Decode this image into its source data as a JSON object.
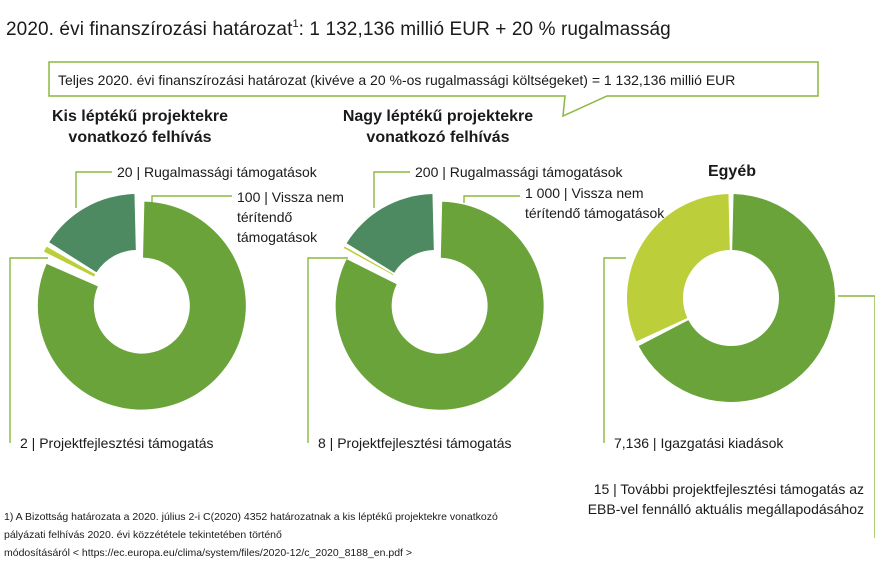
{
  "title": {
    "main": "2020. évi finanszírozási határozat",
    "sup": "1",
    "rest": ": 1 132,136 millió EUR + 20 % rugalmasság"
  },
  "callout": "Teljes 2020. évi finanszírozási határozat (kivéve a 20 %-os rugalmassági költségeket) = 1 132,136 millió EUR",
  "colors": {
    "dark_green": "#4e8a61",
    "medium_green": "#6aa33a",
    "lime_green": "#bccf3a",
    "line": "#8ab83f"
  },
  "chart_data": [
    {
      "type": "pie",
      "title": "Kis léptékű projektekre vonatkozó felhívás",
      "slices": [
        {
          "value": 20,
          "label": "20 | Rugalmassági támogatások",
          "color": "#4e8a61"
        },
        {
          "value": 100,
          "label": "100 | Vissza nem térítendő támogatások",
          "color": "#6aa33a"
        },
        {
          "value": 2,
          "label": "2 | Projektfejlesztési támogatás",
          "color": "#bccf3a"
        }
      ]
    },
    {
      "type": "pie",
      "title": "Nagy léptékű projektekre vonatkozó felhívás",
      "slices": [
        {
          "value": 200,
          "label": "200 | Rugalmassági támogatások",
          "color": "#4e8a61"
        },
        {
          "value": 1000,
          "label": "1 000 | Vissza nem térítendő támogatások",
          "color": "#6aa33a"
        },
        {
          "value": 8,
          "label": "8 | Projektfejlesztési támogatás",
          "color": "#bccf3a"
        }
      ]
    },
    {
      "type": "pie",
      "title": "Egyéb",
      "slices": [
        {
          "value": 15,
          "label": "15 | További projektfejlesztési támogatás az EBB-vel fennálló aktuális megállapodásához",
          "color": "#6aa33a"
        },
        {
          "value": 7.136,
          "label": "7,136 | Igazgatási kiadások",
          "color": "#bccf3a"
        }
      ]
    }
  ],
  "footnote": {
    "line1": "1) A Bizottság határozata a 2020. július 2-i C(2020) 4352 határozatnak a kis léptékű projektekre vonatkozó",
    "line2": "pályázati felhívás 2020. évi közzététele tekintetében történő",
    "line3": "módosításáról < https://ec.europa.eu/clima/system/files/2020-12/c_2020_8188_en.pdf >"
  }
}
